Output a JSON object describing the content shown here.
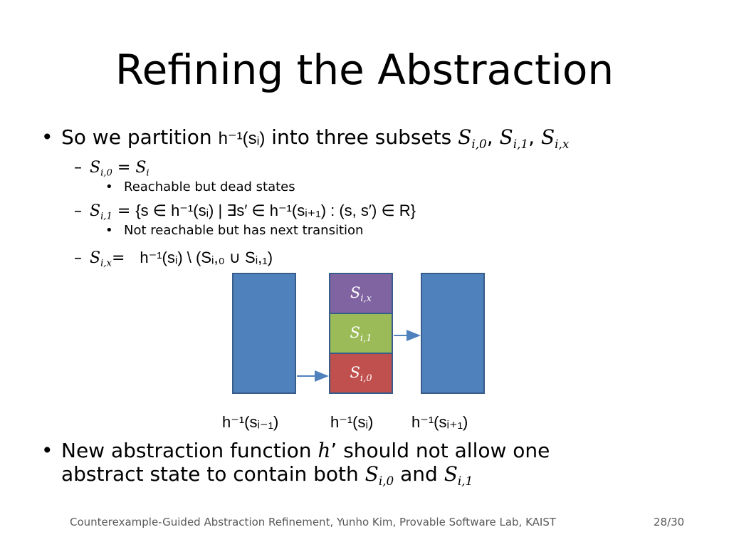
{
  "slide": {
    "title": "Refining the Abstraction",
    "bullet1": {
      "prefix": "So we partition",
      "inv_expr": "h⁻¹(sᵢ)",
      "middle": "into three subsets",
      "sets": [
        "S",
        "S",
        "S"
      ],
      "set_subs": [
        "i,0",
        "i,1",
        "i,x"
      ],
      "sep": ","
    },
    "sub1": {
      "lhs": "S",
      "lhs_sub": "i,0",
      "eq": "=",
      "rhs": "S",
      "rhs_sub": "i",
      "note": "Reachable but dead states"
    },
    "sub2": {
      "lhs": "S",
      "lhs_sub": "i,1",
      "eq": "=",
      "rhs": "{s ∈ h⁻¹(sᵢ) | ∃s′ ∈ h⁻¹(sᵢ₊₁) : (s, s′) ∈ R}",
      "note": "Not reachable but has next transition"
    },
    "sub3": {
      "lhs": "S",
      "lhs_sub": "i,x",
      "eq": "=",
      "rhs": "h⁻¹(sᵢ) \\ (Sᵢ,₀ ∪ Sᵢ,₁)"
    },
    "diagram": {
      "stack": [
        {
          "label": "S",
          "sub": "i,x",
          "color": "#8064a2"
        },
        {
          "label": "S",
          "sub": "i,1",
          "color": "#9bbb59"
        },
        {
          "label": "S",
          "sub": "i,0",
          "color": "#c0504d"
        }
      ],
      "block_color": "#4f81bd",
      "arrow_color": "#4f81bd",
      "labels": [
        "h⁻¹(sᵢ₋₁)",
        "h⁻¹(sᵢ)",
        "h⁻¹(sᵢ₊₁)"
      ]
    },
    "bullet2": {
      "line1_prefix": "New abstraction function",
      "h": "h",
      "line1_suffix": "’ should not allow one",
      "line2_prefix": "abstract state to contain both",
      "s0": "S",
      "s0_sub": "i,0",
      "and": "and",
      "s1": "S",
      "s1_sub": "i,1"
    },
    "footer": {
      "text": "Counterexample-Guided Abstraction Refinement, Yunho Kim, Provable Software Lab, KAIST",
      "page": "28/30"
    }
  }
}
